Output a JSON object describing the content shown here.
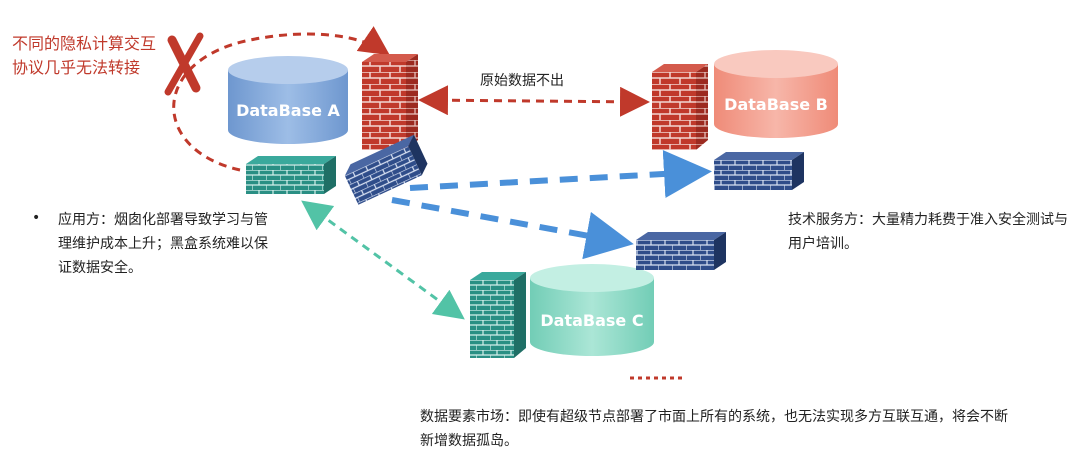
{
  "notes": {
    "red_note": "不同的隐私计算交互协议几乎无法转接",
    "raw_data": "原始数据不出",
    "bullet": "•",
    "user_side": "应用方：烟囱化部署导致学习与管理维护成本上升；黑盒系统难以保证数据安全。",
    "tech_service": "技术服务方：大量精力耗费于准入安全测试与用户培训。",
    "market": "数据要素市场：即使有超级节点部署了市面上所有的系统，也无法实现多方互联互通，将会不断新增数据孤岛。"
  },
  "databases": {
    "a": "DataBase A",
    "b": "DataBase B",
    "c": "DataBase C"
  },
  "icons": {
    "cross": "red-x-mark",
    "walls": [
      "brick-firewall-icon"
    ]
  },
  "colors": {
    "red": "#c0392b",
    "db_a": "#7fa7d9",
    "db_b": "#f2a394",
    "db_c": "#8fd8c6",
    "blue_arrow": "#4a90d9",
    "teal_arrow": "#52c3a6",
    "navy_wall": "#2f4d8a",
    "teal_wall": "#2a8f84",
    "red_wall": "#c0392b"
  }
}
